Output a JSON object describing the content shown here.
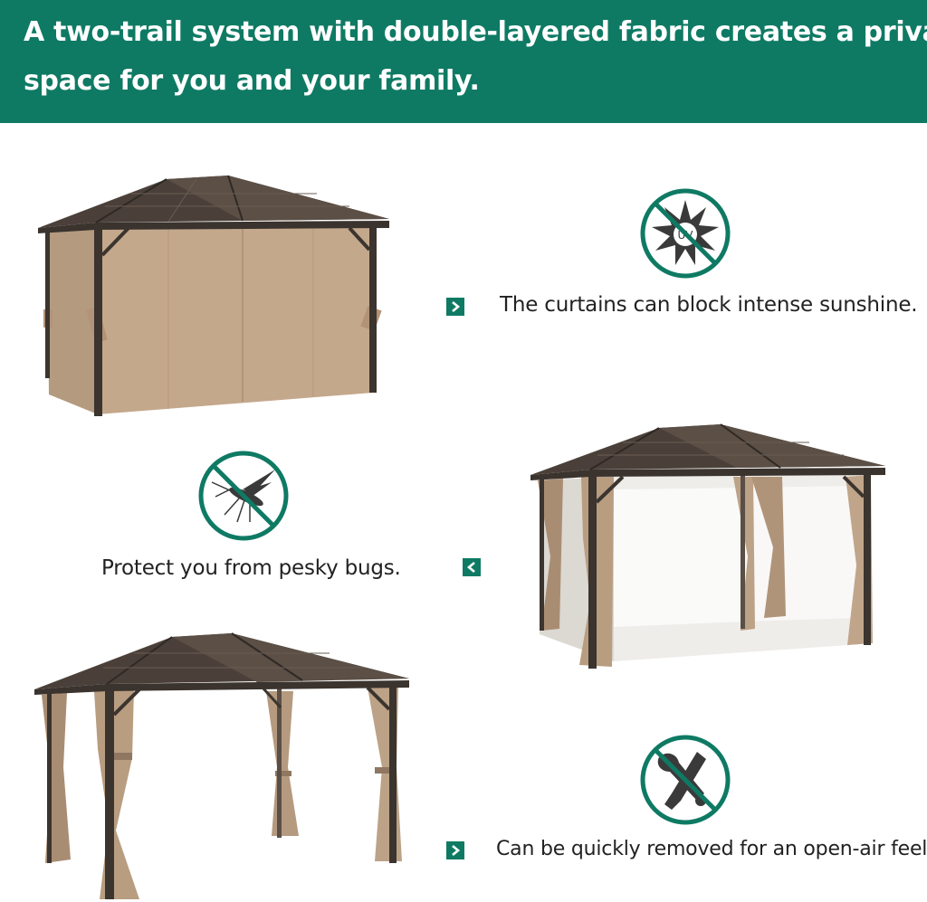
{
  "header": {
    "line1": "A two-trail system with double-layered fabric creates a private",
    "line2": "space for you and your family."
  },
  "features": {
    "sunshine": {
      "text": "The curtains can block intense sunshine.",
      "icon": "no-uv-sun-icon"
    },
    "bugs": {
      "text": "Protect you from pesky bugs.",
      "icon": "no-mosquito-icon"
    },
    "removable": {
      "text": "Can be quickly removed for an open-air feel.",
      "icon": "no-tools-icon"
    }
  },
  "colors": {
    "accent": "#0f7a64",
    "roof": "#4a3e36",
    "frame": "#3a332e",
    "curtain": "#c2a68a",
    "netting": "#ece9e4"
  }
}
